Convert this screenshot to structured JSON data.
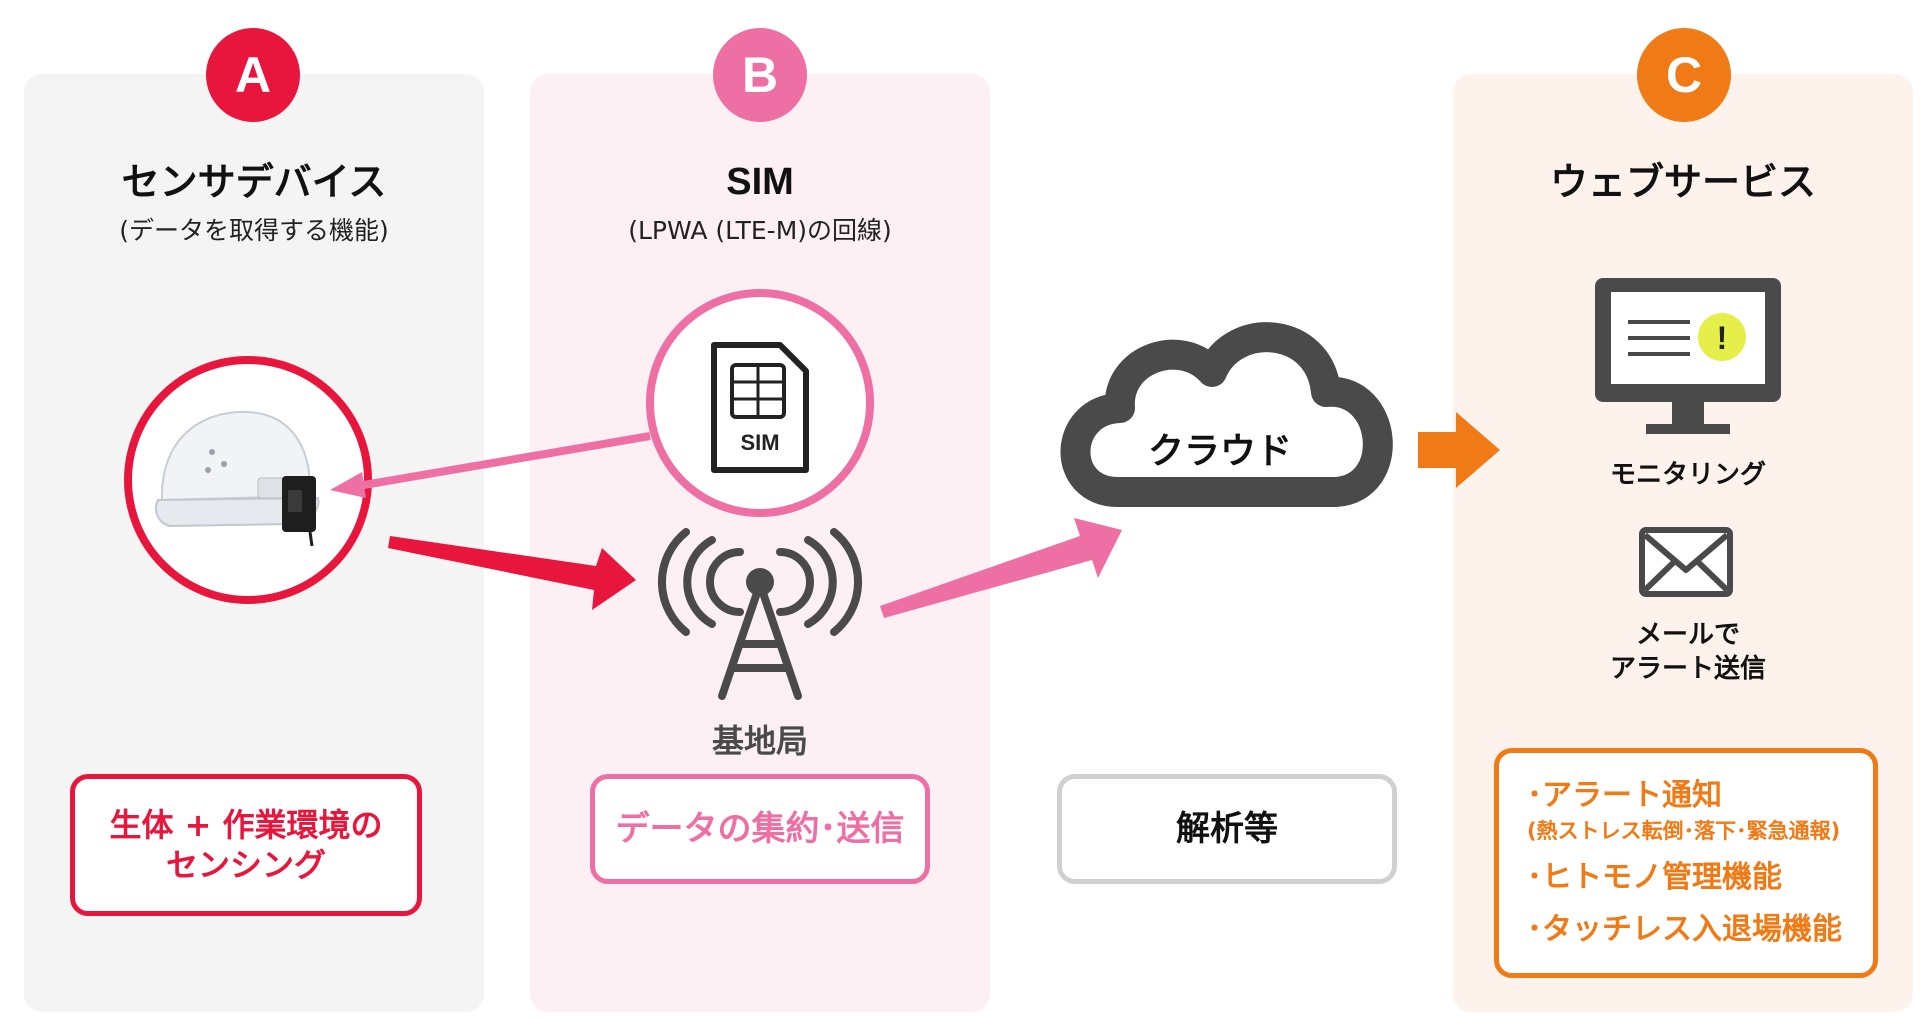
{
  "badges": {
    "a": "A",
    "b": "B",
    "c": "C"
  },
  "sensor": {
    "title": "センサデバイス",
    "subtitle": "(データを取得する機能)",
    "box_line1": "生体 + 作業環境の",
    "box_line2": "センシング"
  },
  "sim": {
    "title": "SIM",
    "subtitle": "(LPWA (LTE-M)の回線)",
    "card_text": "SIM",
    "station_label": "基地局",
    "box_text": "データの集約･送信"
  },
  "cloud": {
    "label": "クラウド",
    "box_text": "解析等"
  },
  "web": {
    "title": "ウェブサービス",
    "monitor_label": "モニタリング",
    "mail_line1": "メールで",
    "mail_line2": "アラート送信",
    "features": [
      {
        "text": "･アラート通知",
        "sub": "(熱ストレス転倒･落下･緊急通報)"
      },
      {
        "text": "･ヒトモノ管理機能"
      },
      {
        "text": "･タッチレス入退場機能"
      }
    ]
  },
  "colors": {
    "red": "#e8153c",
    "pink": "#ee6fa3",
    "orange": "#f07a16",
    "gray": "#4a4a4a",
    "yellow": "#e6ee4a"
  }
}
